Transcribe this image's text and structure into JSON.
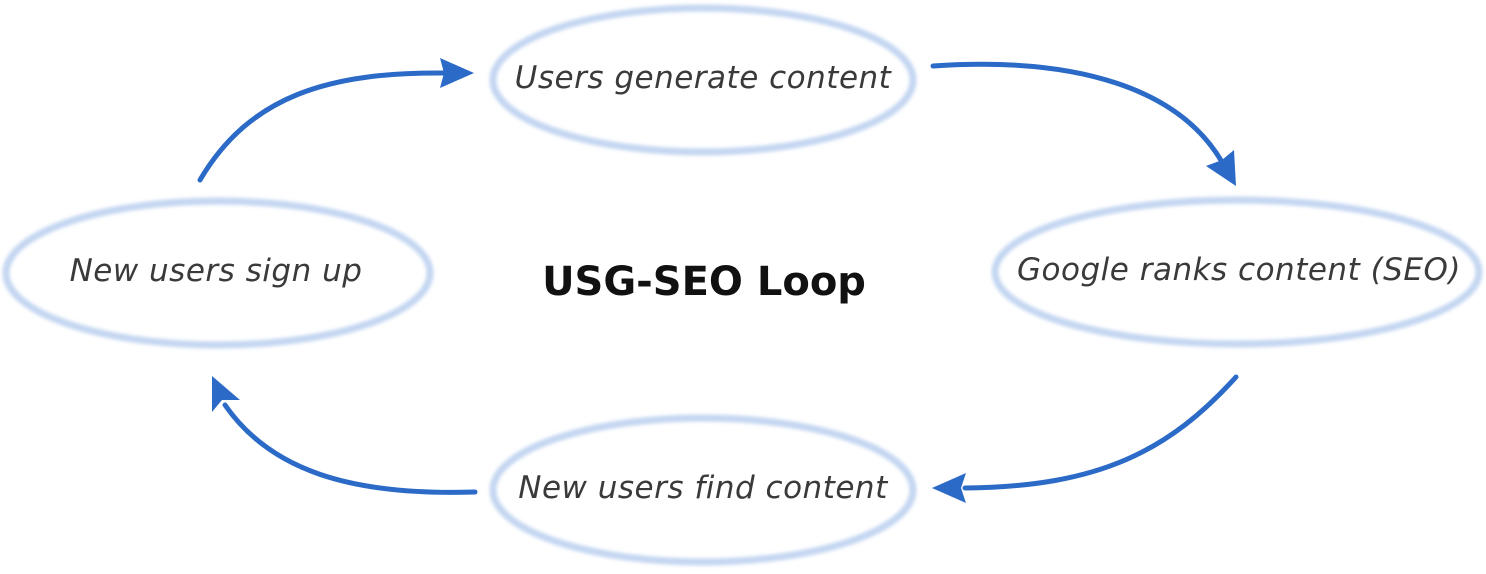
{
  "title": "USG-SEO Loop",
  "nodes": [
    {
      "id": "users-generate",
      "label": "Users generate content"
    },
    {
      "id": "google-ranks",
      "label": "Google ranks content (SEO)"
    },
    {
      "id": "new-users-find",
      "label": "New users find content"
    },
    {
      "id": "new-users-signup",
      "label": "New users sign up"
    }
  ],
  "colors": {
    "arrow": "#2b6ac7",
    "ring": "#c3d5f1",
    "text": "#3a3a3a",
    "title": "#111111"
  }
}
